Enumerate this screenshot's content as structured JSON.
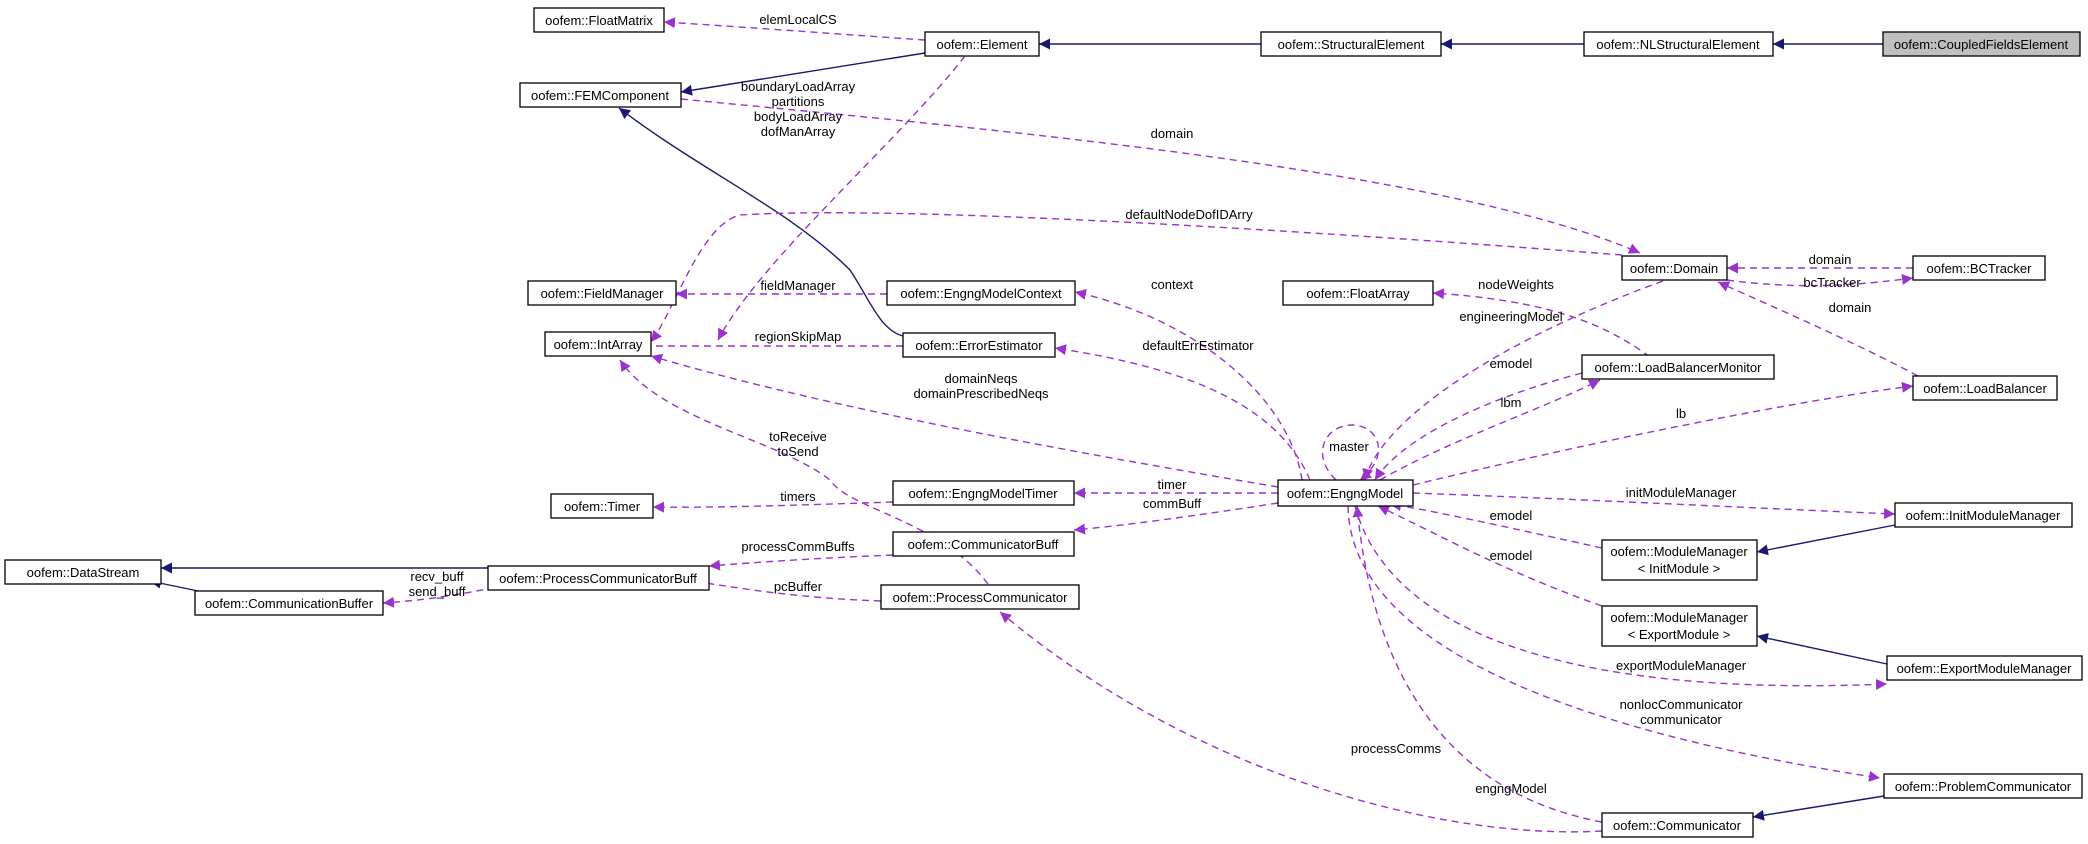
{
  "nodes": {
    "floatmatrix": "oofem::FloatMatrix",
    "element": "oofem::Element",
    "structural": "oofem::StructuralElement",
    "nlstructural": "oofem::NLStructuralElement",
    "coupled": "oofem::CoupledFieldsElement",
    "femcomponent": "oofem::FEMComponent",
    "fieldmanager": "oofem::FieldManager",
    "engngmodelcontext": "oofem::EngngModelContext",
    "domain": "oofem::Domain",
    "bctracker": "oofem::BCTracker",
    "floatarray": "oofem::FloatArray",
    "intarray": "oofem::IntArray",
    "errorestimator": "oofem::ErrorEstimator",
    "lbmonitor": "oofem::LoadBalancerMonitor",
    "loadbalancer": "oofem::LoadBalancer",
    "timer": "oofem::Timer",
    "engngmodeltimer": "oofem::EngngModelTimer",
    "engngmodel": "oofem::EngngModel",
    "initmodulemanager": "oofem::InitModuleManager",
    "datastream": "oofem::DataStream",
    "processcommbuff": "oofem::ProcessCommunicatorBuff",
    "communicatorbuff": "oofem::CommunicatorBuff",
    "modmgr_init_1": "oofem::ModuleManager",
    "modmgr_init_2": "< InitModule >",
    "communicationbuffer": "oofem::CommunicationBuffer",
    "processcommunicator": "oofem::ProcessCommunicator",
    "modmgr_export_1": "oofem::ModuleManager",
    "modmgr_export_2": "< ExportModule >",
    "exportmodulemanager": "oofem::ExportModuleManager",
    "problemcommunicator": "oofem::ProblemCommunicator",
    "communicator": "oofem::Communicator"
  },
  "edge_labels": {
    "elemLocalCS": "elemLocalCS",
    "boundaryLoadArray": "boundaryLoadArray",
    "partitions": "partitions",
    "bodyLoadArray": "bodyLoadArray",
    "dofManArray": "dofManArray",
    "domain_fem": "domain",
    "defaultNodeDofIDArry": "defaultNodeDofIDArry",
    "domain_bc": "domain",
    "bcTracker": "bcTracker",
    "domain_lb": "domain",
    "nodeWeights": "nodeWeights",
    "fieldManager": "fieldManager",
    "context": "context",
    "engineeringModel": "engineeringModel",
    "regionSkipMap": "regionSkipMap",
    "defaultErrEstimator": "defaultErrEstimator",
    "emodel_lbm": "emodel",
    "domainNeqs": "domainNeqs",
    "domainPrescribedNeqs": "domainPrescribedNeqs",
    "lbm": "lbm",
    "lb": "lb",
    "master": "master",
    "toReceive": "toReceive",
    "toSend": "toSend",
    "timer": "timer",
    "timers": "timers",
    "commBuff": "commBuff",
    "initModuleManager": "initModuleManager",
    "emodel_init": "emodel",
    "processCommBuffs": "processCommBuffs",
    "recv_buff": "recv_buff",
    "send_buff": "send_buff",
    "emodel_export": "emodel",
    "pcBuffer": "pcBuffer",
    "exportModuleManager": "exportModuleManager",
    "nonlocCommunicator": "nonlocCommunicator",
    "communicator": "communicator",
    "processComms": "processComms",
    "engngModel": "engngModel"
  },
  "colors": {
    "inheritance_edge": "#191970",
    "usage_edge": "#9a32cd",
    "highlight_node_fill": "#bfbfbf"
  }
}
